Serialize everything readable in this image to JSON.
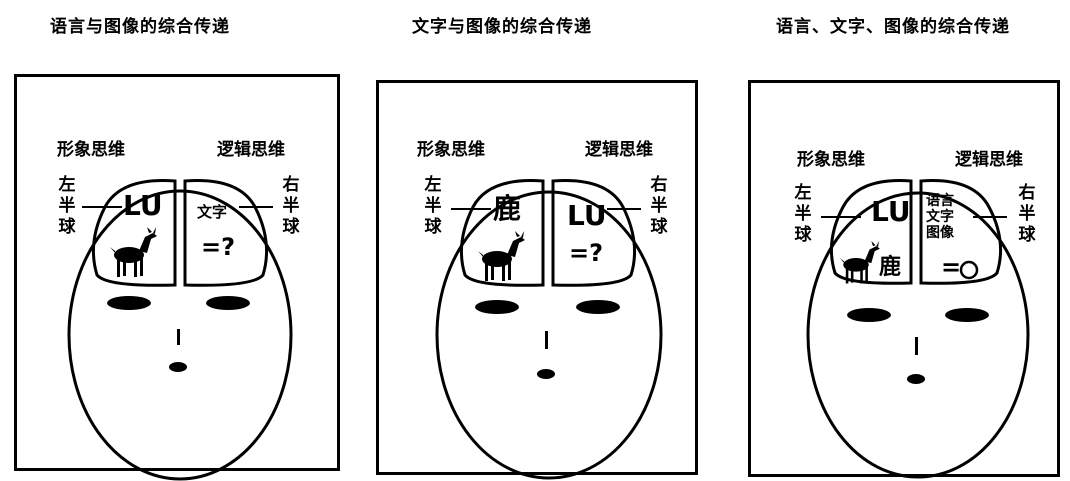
{
  "captions": [
    "语言与图像的综合传递",
    "文字与图像的综合传递",
    "语言、文字、图像的综合传递"
  ],
  "labels": {
    "image_thinking": "形象思维",
    "logic_thinking": "逻辑思维",
    "left_brain": [
      "左",
      "半",
      "球"
    ],
    "right_brain": [
      "右",
      "半",
      "球"
    ]
  },
  "panel1": {
    "left_text": "LU",
    "right_text": "文字",
    "right_eq": "=?"
  },
  "panel2": {
    "left_text": "鹿",
    "right_text": "LU",
    "right_eq": "=?"
  },
  "panel3": {
    "left_text": "LU",
    "left_deer_char": "鹿",
    "right_stack": [
      "语言",
      "文字",
      "图像"
    ],
    "right_eq": "="
  },
  "colors": {
    "ink": "#000000",
    "paper": "#ffffff"
  },
  "icons": [
    "deer-icon",
    "eye-icon",
    "nose-icon",
    "mouth-icon",
    "circle-icon"
  ]
}
